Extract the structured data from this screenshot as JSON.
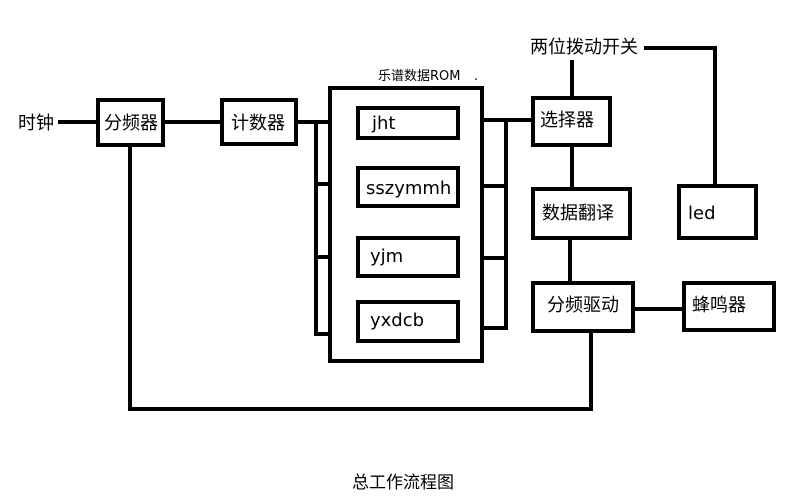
{
  "labels": {
    "clock": "时钟",
    "divider": "分频器",
    "counter": "计数器",
    "rom_title": "乐谱数据ROM",
    "rom_dot": ".",
    "rom_items": [
      "jht",
      "sszymmh",
      "yjm",
      "yxdcb"
    ],
    "selector": "选择器",
    "switch": "两位拨动开关",
    "translate": "数据翻译",
    "led": "led",
    "driver": "分频驱动",
    "buzzer": "蜂鸣器",
    "caption": "总工作流程图"
  }
}
